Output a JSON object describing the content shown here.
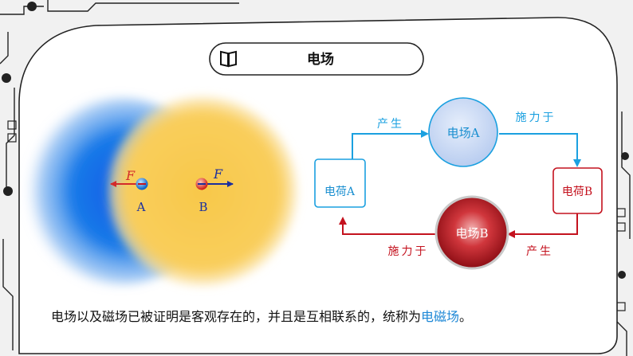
{
  "header": {
    "title": "电场",
    "icon": "book-icon"
  },
  "left_figure": {
    "charge_a_label": "A",
    "charge_b_label": "B",
    "force_a_label": "F",
    "force_b_label": "F"
  },
  "flow": {
    "charge_a": "电荷A",
    "charge_b": "电荷B",
    "field_a": "电场A",
    "field_b": "电场B",
    "produce_top": "产生",
    "exert_top": "施力于",
    "produce_bottom": "产生",
    "exert_bottom": "施力于"
  },
  "caption": {
    "text": "电场以及磁场已被证明是客观存在的，并且是互相联系的，统称为",
    "highlight": "电磁场",
    "end": "。"
  },
  "colors": {
    "blue": "#1aa0e0",
    "red": "#c4121e",
    "yellow_field": "#f7c94e",
    "blue_field": "#1677e6"
  }
}
